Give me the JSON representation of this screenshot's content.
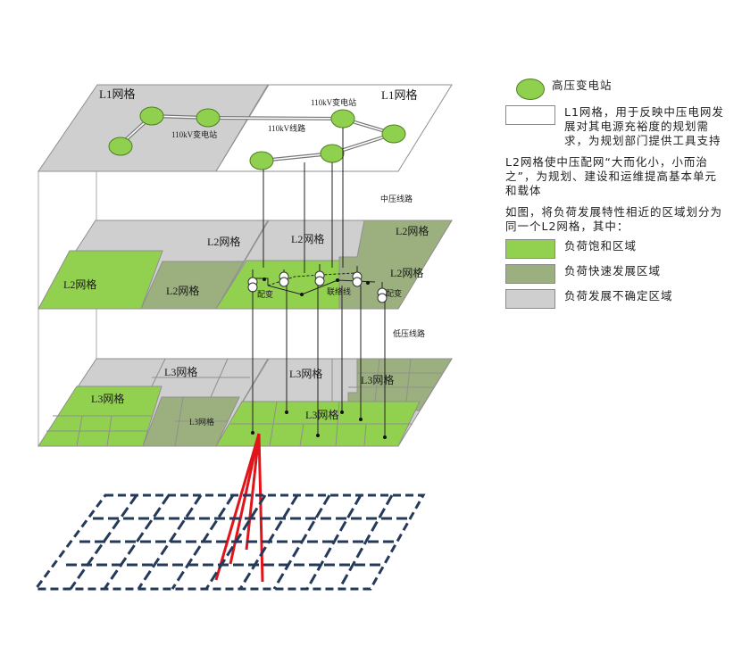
{
  "layers": {
    "l1": {
      "left_label": "L1网格",
      "right_label": "L1网格",
      "substation_left": "110kV变电站",
      "substation_right": "110kV变电站",
      "line_label": "110kV线路"
    },
    "mv_line_label": "中压线路",
    "l2": {
      "labels": [
        "L2网格",
        "L2网格",
        "L2网格",
        "L2网格",
        "L2网格",
        "L2网格"
      ],
      "distrib_left": "配变",
      "distrib_right": "配变",
      "tie_label": "联络线"
    },
    "lv_line_label": "低压线路",
    "l3": {
      "labels": [
        "L3网格",
        "L3网格",
        "L3网格",
        "L3网格",
        "L3网格",
        "L3网格"
      ]
    }
  },
  "legend": {
    "substation": "高压变电站",
    "l1_desc": "L1网格，用于反映中压电网发展对其电源充裕度的规划需求，为规划部门提供工具支持",
    "l2_desc": "L2网格使中压配网“大而化小，小而治之”，为规划、建设和运维提高基本单元和载体",
    "l2_split": "如图，将负荷发展特性相近的区域划分为同一个L2网格，其中：",
    "saturated": "负荷饱和区域",
    "fast": "负荷快速发展区域",
    "uncertain": "负荷发展不确定区域"
  },
  "colors": {
    "saturated": "#92d050",
    "fast": "#9cb07f",
    "uncertain": "#cfcfcf",
    "bus_red": "#e0151b",
    "grid_navy": "#243a5a"
  }
}
